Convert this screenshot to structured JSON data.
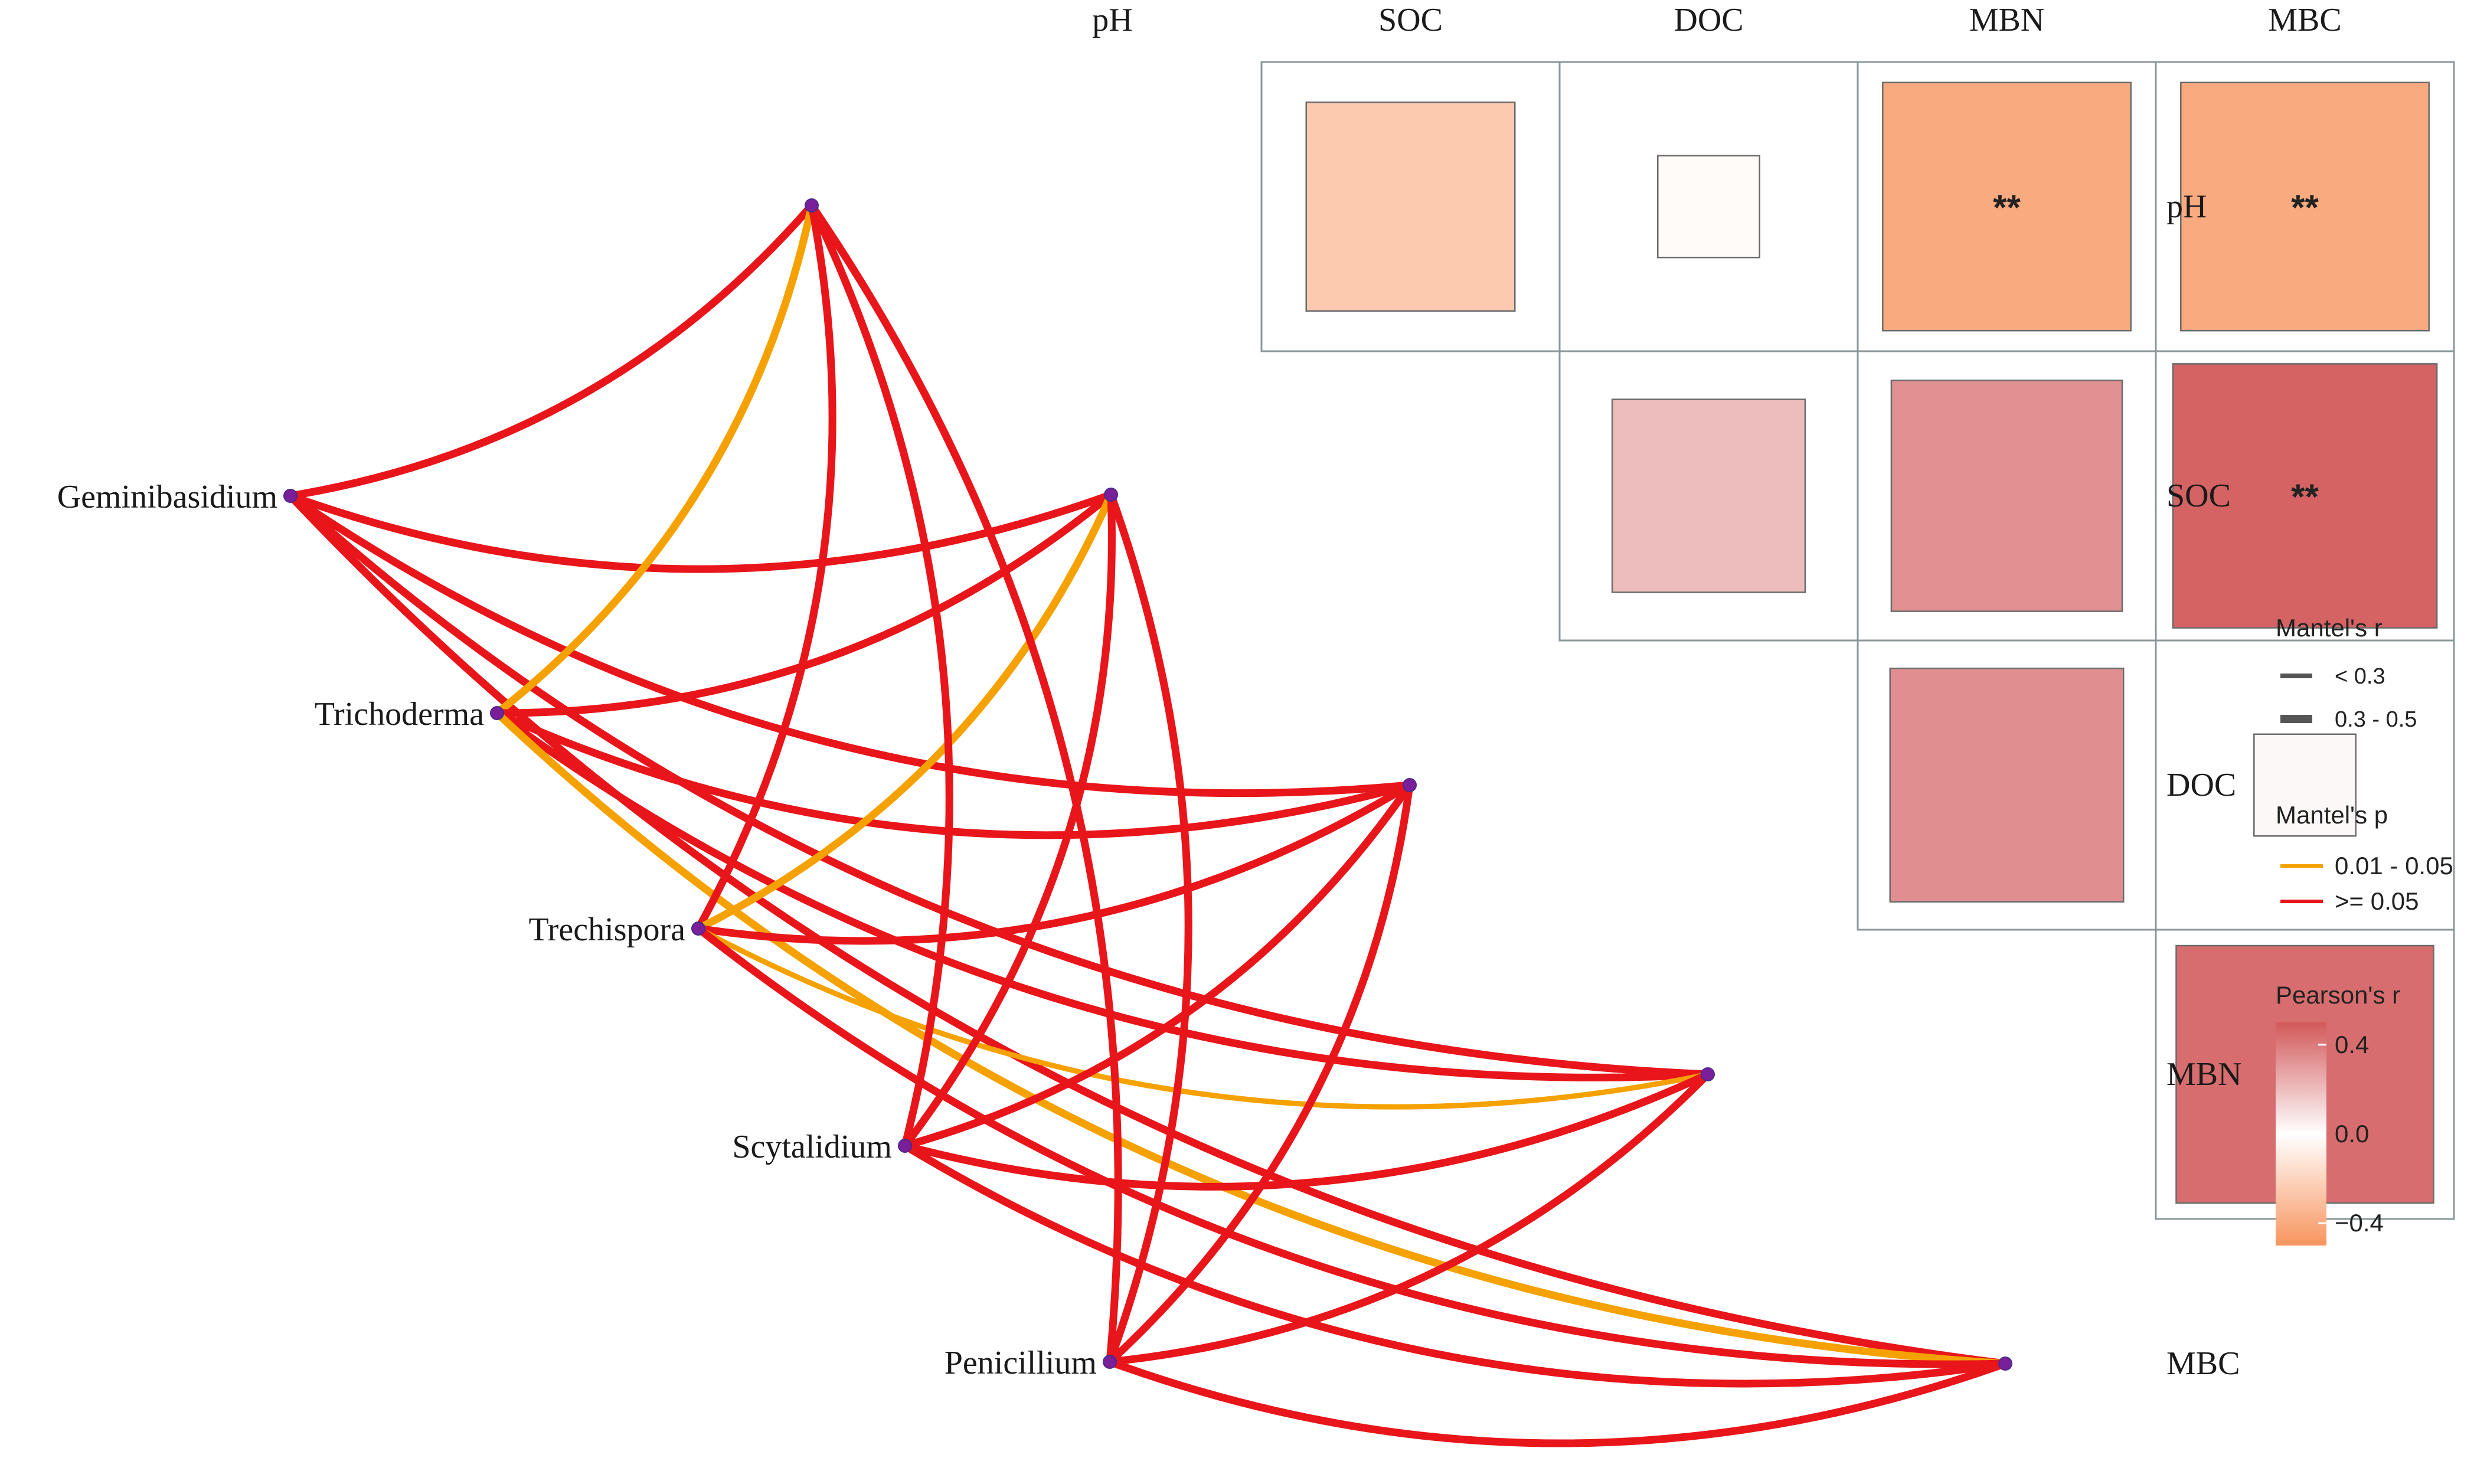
{
  "chart_data": {
    "type": "heatmap",
    "variables": [
      "pH",
      "SOC",
      "DOC",
      "MBN",
      "MBC"
    ],
    "correlations": [
      {
        "row": "pH",
        "col": "SOC",
        "r": -0.25,
        "sig": ""
      },
      {
        "row": "pH",
        "col": "DOC",
        "r": -0.02,
        "sig": ""
      },
      {
        "row": "pH",
        "col": "MBN",
        "r": -0.4,
        "sig": "**"
      },
      {
        "row": "pH",
        "col": "MBC",
        "r": -0.4,
        "sig": "**"
      },
      {
        "row": "SOC",
        "col": "DOC",
        "r": 0.2,
        "sig": ""
      },
      {
        "row": "SOC",
        "col": "MBN",
        "r": 0.33,
        "sig": ""
      },
      {
        "row": "SOC",
        "col": "MBC",
        "r": 0.47,
        "sig": "**"
      },
      {
        "row": "DOC",
        "col": "MBN",
        "r": 0.34,
        "sig": ""
      },
      {
        "row": "DOC",
        "col": "MBC",
        "r": 0.02,
        "sig": ""
      },
      {
        "row": "MBN",
        "col": "MBC",
        "r": 0.44,
        "sig": "*"
      }
    ],
    "taxa": [
      "Geminibasidium",
      "Trichoderma",
      "Trechispora",
      "Scytalidium",
      "Penicillium"
    ],
    "mantel_links": [
      {
        "from": "Geminibasidium",
        "to": "pH",
        "r_class": "0.3 - 0.5",
        "p_class": ">= 0.05"
      },
      {
        "from": "Geminibasidium",
        "to": "SOC",
        "r_class": "0.3 - 0.5",
        "p_class": ">= 0.05"
      },
      {
        "from": "Geminibasidium",
        "to": "DOC",
        "r_class": "0.3 - 0.5",
        "p_class": ">= 0.05"
      },
      {
        "from": "Geminibasidium",
        "to": "MBN",
        "r_class": "0.3 - 0.5",
        "p_class": ">= 0.05"
      },
      {
        "from": "Geminibasidium",
        "to": "MBC",
        "r_class": "0.3 - 0.5",
        "p_class": ">= 0.05"
      },
      {
        "from": "Trichoderma",
        "to": "pH",
        "r_class": "0.3 - 0.5",
        "p_class": "0.01 - 0.05"
      },
      {
        "from": "Trichoderma",
        "to": "SOC",
        "r_class": "0.3 - 0.5",
        "p_class": ">= 0.05"
      },
      {
        "from": "Trichoderma",
        "to": "DOC",
        "r_class": "0.3 - 0.5",
        "p_class": ">= 0.05"
      },
      {
        "from": "Trichoderma",
        "to": "MBN",
        "r_class": "0.3 - 0.5",
        "p_class": ">= 0.05"
      },
      {
        "from": "Trichoderma",
        "to": "MBC",
        "r_class": "0.3 - 0.5",
        "p_class": "0.01 - 0.05"
      },
      {
        "from": "Trechispora",
        "to": "pH",
        "r_class": "0.3 - 0.5",
        "p_class": ">= 0.05"
      },
      {
        "from": "Trechispora",
        "to": "SOC",
        "r_class": "0.3 - 0.5",
        "p_class": "0.01 - 0.05"
      },
      {
        "from": "Trechispora",
        "to": "DOC",
        "r_class": "0.3 - 0.5",
        "p_class": ">= 0.05"
      },
      {
        "from": "Trechispora",
        "to": "MBN",
        "r_class": "< 0.3",
        "p_class": "0.01 - 0.05"
      },
      {
        "from": "Trechispora",
        "to": "MBC",
        "r_class": "0.3 - 0.5",
        "p_class": ">= 0.05"
      },
      {
        "from": "Scytalidium",
        "to": "pH",
        "r_class": "0.3 - 0.5",
        "p_class": ">= 0.05"
      },
      {
        "from": "Scytalidium",
        "to": "SOC",
        "r_class": "0.3 - 0.5",
        "p_class": ">= 0.05"
      },
      {
        "from": "Scytalidium",
        "to": "DOC",
        "r_class": "0.3 - 0.5",
        "p_class": ">= 0.05"
      },
      {
        "from": "Scytalidium",
        "to": "MBN",
        "r_class": "0.3 - 0.5",
        "p_class": ">= 0.05"
      },
      {
        "from": "Scytalidium",
        "to": "MBC",
        "r_class": "0.3 - 0.5",
        "p_class": ">= 0.05"
      },
      {
        "from": "Penicillium",
        "to": "pH",
        "r_class": "0.3 - 0.5",
        "p_class": ">= 0.05"
      },
      {
        "from": "Penicillium",
        "to": "SOC",
        "r_class": "0.3 - 0.5",
        "p_class": ">= 0.05"
      },
      {
        "from": "Penicillium",
        "to": "DOC",
        "r_class": "0.3 - 0.5",
        "p_class": ">= 0.05"
      },
      {
        "from": "Penicillium",
        "to": "MBN",
        "r_class": "0.3 - 0.5",
        "p_class": ">= 0.05"
      },
      {
        "from": "Penicillium",
        "to": "MBC",
        "r_class": "0.3 - 0.5",
        "p_class": ">= 0.05"
      }
    ],
    "legend": {
      "mantel_r_title": "Mantel's r",
      "mantel_r_items": [
        "< 0.3",
        "0.3 - 0.5"
      ],
      "mantel_p_title": "Mantel's p",
      "mantel_p_items": [
        "0.01 - 0.05",
        ">= 0.05"
      ],
      "pearson_title": "Pearson's r",
      "pearson_ticks": [
        "0.4",
        "0.0",
        "−0.4"
      ],
      "pearson_range": [
        -0.5,
        0.5
      ]
    },
    "colors": {
      "positive": "#d2595a",
      "neutral": "#ffffff",
      "negative": "#f7955f",
      "link_sig": "#f5a100",
      "link_nonsig": "#e8151a",
      "node": "#7a1f9a"
    }
  }
}
